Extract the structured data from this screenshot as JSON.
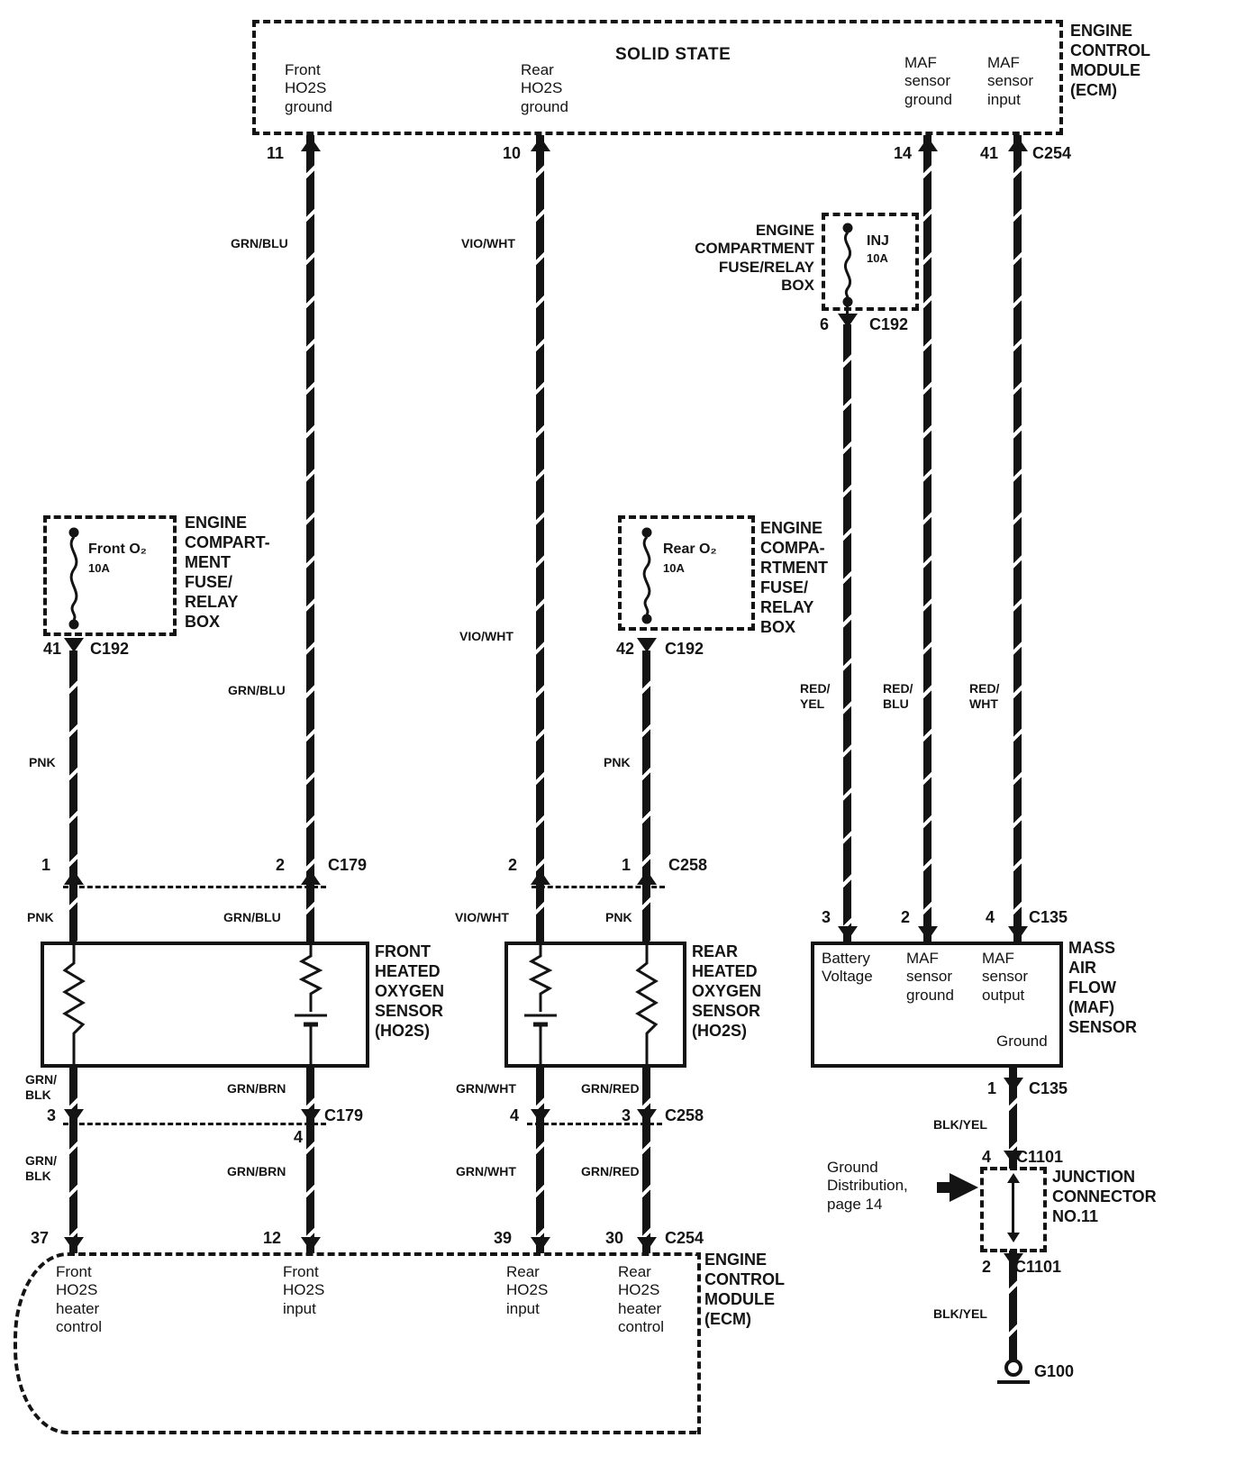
{
  "ecm_top": {
    "title": "SOLID STATE",
    "module_label": "ENGINE\nCONTROL\nMODULE\n(ECM)",
    "connector": "C254",
    "pins": [
      {
        "num": "11",
        "label": "Front\nHO2S\nground"
      },
      {
        "num": "10",
        "label": "Rear\nHO2S\nground"
      },
      {
        "num": "14",
        "label": "MAF\nsensor\nground"
      },
      {
        "num": "41",
        "label": "MAF\nsensor\ninput"
      }
    ]
  },
  "inj_fuse": {
    "box_label": "ENGINE\nCOMPARTMENT\nFUSE/RELAY\nBOX",
    "name": "INJ",
    "rating": "10A",
    "pin": "6",
    "connector": "C192"
  },
  "front_fuse": {
    "box_label": "ENGINE\nCOMPART-\nMENT\nFUSE/\nRELAY\nBOX",
    "name": "Front O₂",
    "rating": "10A",
    "pin": "41",
    "connector": "C192"
  },
  "rear_fuse": {
    "box_label": "ENGINE\nCOMPA-\nRTMENT\nFUSE/\nRELAY\nBOX",
    "name": "Rear O₂",
    "rating": "10A",
    "pin": "42",
    "connector": "C192"
  },
  "wires": {
    "grn_blu": "GRN/BLU",
    "vio_wht": "VIO/WHT",
    "pnk": "PNK",
    "red_yel": "RED/\nYEL",
    "red_blu": "RED/\nBLU",
    "red_wht": "RED/\nWHT",
    "grn_blk": "GRN/\nBLK",
    "grn_brn": "GRN/BRN",
    "grn_wht": "GRN/WHT",
    "grn_red": "GRN/RED",
    "blk_yel": "BLK/YEL"
  },
  "connectors": {
    "c179": "C179",
    "c258": "C258",
    "c135": "C135",
    "c1101": "C1101",
    "c254": "C254",
    "c192": "C192"
  },
  "c179_upper": {
    "left_pin": "1",
    "right_pin": "2"
  },
  "c258_upper": {
    "left_pin": "2",
    "right_pin": "1"
  },
  "c179_lower": {
    "left_pin": "3",
    "right_pin": "4"
  },
  "c258_lower": {
    "left_pin": "4",
    "right_pin": "3"
  },
  "front_ho2s": {
    "label": "FRONT\nHEATED\nOXYGEN\nSENSOR\n(HO2S)"
  },
  "rear_ho2s": {
    "label": "REAR\nHEATED\nOXYGEN\nSENSOR\n(HO2S)"
  },
  "maf": {
    "label": "MASS\nAIR\nFLOW\n(MAF)\nSENSOR",
    "pins": [
      {
        "num": "3",
        "label": "Battery\nVoltage"
      },
      {
        "num": "2",
        "label": "MAF\nsensor\nground"
      },
      {
        "num": "4",
        "label": "MAF\nsensor\noutput"
      }
    ],
    "ground_label": "Ground",
    "bottom_pin": "1"
  },
  "junction": {
    "label": "JUNCTION\nCONNECTOR\nNO.11",
    "top_pin": "4",
    "bottom_pin": "2",
    "ref_note": "Ground\nDistribution,\npage 14"
  },
  "ground_id": "G100",
  "ecm_bottom": {
    "module_label": "ENGINE\nCONTROL\nMODULE\n(ECM)",
    "connector": "C254",
    "pins": [
      {
        "num": "37",
        "label": "Front\nHO2S\nheater\ncontrol"
      },
      {
        "num": "12",
        "label": "Front\nHO2S\ninput"
      },
      {
        "num": "39",
        "label": "Rear\nHO2S\ninput"
      },
      {
        "num": "30",
        "label": "Rear\nHO2S\nheater\ncontrol"
      }
    ]
  }
}
